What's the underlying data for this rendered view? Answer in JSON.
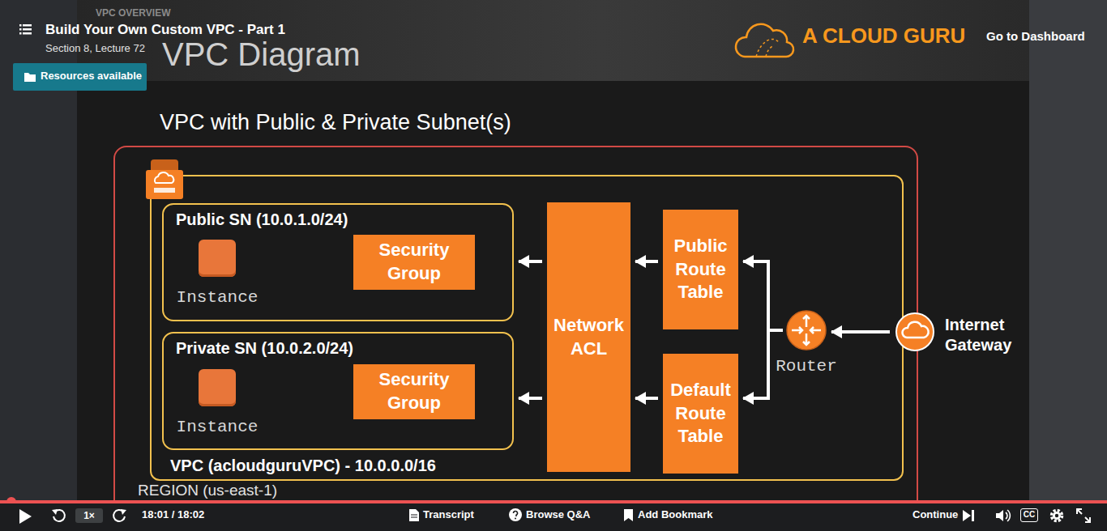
{
  "diagram": {
    "title": "VPC with Public & Private Subnet(s)",
    "nodes": [
      {
        "text": [
          "REGION (us-east-1)"
        ]
      },
      {
        "text": [
          "VPC (acloudguruVPC) - 10.0.0.0/16"
        ],
        "in": 0
      },
      {
        "text": [
          "Public SN (10.0.1.0/24)"
        ],
        "in": 1
      },
      {
        "text": [
          "Instance"
        ],
        "in": 2
      },
      {
        "text": [
          "Security Group"
        ],
        "in": 2
      },
      {
        "text": [
          "Private SN (10.0.2.0/24)"
        ],
        "in": 1
      },
      {
        "text": [
          "Instance"
        ],
        "in": 5
      },
      {
        "text": [
          "Security Group"
        ],
        "in": 5
      },
      {
        "text": [
          "Network ACL"
        ],
        "in": 1
      },
      {
        "text": [
          "Public Route Table"
        ],
        "in": 1
      },
      {
        "text": [
          "Default Route Table"
        ],
        "in": 1
      },
      {
        "text": [
          "Router"
        ],
        "in": 1
      },
      {
        "text": [
          "Internet Gateway"
        ]
      }
    ],
    "edges": [
      {
        "from": 12,
        "to": 11,
        "arrow": "to"
      },
      {
        "from": 11,
        "to": 9,
        "arrow": "to"
      },
      {
        "from": 11,
        "to": 10,
        "arrow": "to"
      },
      {
        "from": 9,
        "to": 8,
        "arrow": "to"
      },
      {
        "from": 10,
        "to": 8,
        "arrow": "to"
      },
      {
        "from": 8,
        "to": 2,
        "arrow": "to"
      },
      {
        "from": 8,
        "to": 5,
        "arrow": "to"
      }
    ],
    "labels": [
      "VPC OVERVIEW",
      "VPC Diagram",
      "A CLOUD GURU",
      "Build Your Own Custom VPC - Part 1",
      "Section 8, Lecture 72",
      "Resources available",
      "Go to Dashboard",
      "1×",
      "18:01 / 18:02",
      "Transcript",
      "Browse Q&A",
      "Add Bookmark",
      "Continue",
      "CC"
    ]
  }
}
